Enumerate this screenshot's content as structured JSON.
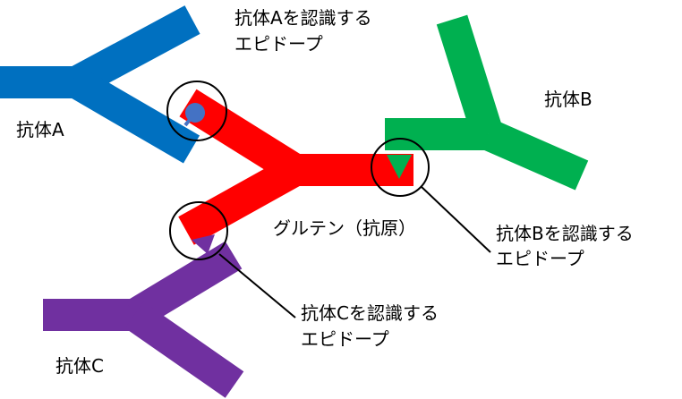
{
  "colors": {
    "antibody_a": "#0070C0",
    "antibody_b": "#00B050",
    "antibody_c": "#7030A0",
    "gluten": "#FF0000",
    "epitope_a_marker": "#4472C4",
    "epitope_b_marker": "#00B050",
    "epitope_c_marker": "#7030A0",
    "outline": "#000000",
    "background": "#FFFFFF"
  },
  "labels": {
    "antibody_a": "抗体A",
    "antibody_b": "抗体B",
    "antibody_c": "抗体C",
    "gluten": "グルテン（抗原）"
  },
  "callouts": {
    "epitope_a": {
      "line1": "抗体Aを認識する",
      "line2": "エピドープ"
    },
    "epitope_b": {
      "line1": "抗体Bを認識する",
      "line2": "エピドープ"
    },
    "epitope_c": {
      "line1": "抗体Cを認識する",
      "line2": "エピドープ"
    }
  }
}
